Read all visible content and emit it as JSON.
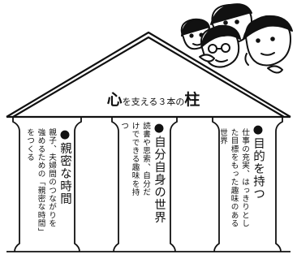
{
  "roof_title": {
    "kokoro": "心",
    "middle": "を支える３本の",
    "hashira": "柱"
  },
  "pillars": [
    {
      "title": "●目的を持つ",
      "description": "仕事の充実、はっきりとした目標をもった趣味のある世界"
    },
    {
      "title": "●自分自身の世界",
      "description": "読書や思索、自分だけでできる趣味を持つ"
    },
    {
      "title": "●親密な時間",
      "description": "親子、夫婦間のつながりを強めるための「親密な時間」をつくる"
    }
  ],
  "colors": {
    "line": "#111111",
    "background": "#ffffff"
  }
}
